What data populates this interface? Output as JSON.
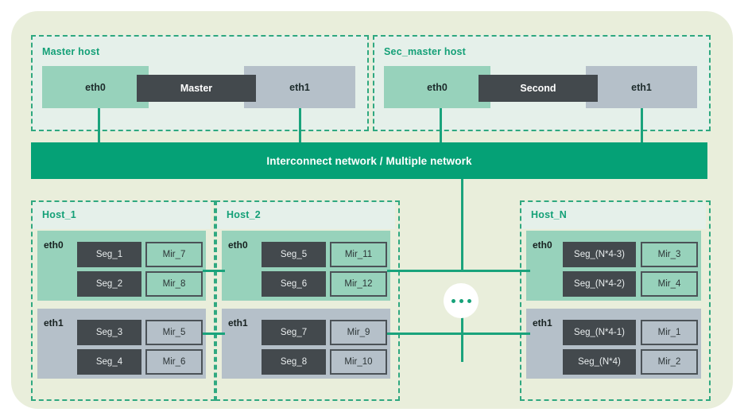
{
  "canvas": {
    "bg": "#e9eedb"
  },
  "colors": {
    "accent_green": "#05a176",
    "dashed_border": "#2fa880",
    "title_green": "#14a077",
    "band_green": "#97d2bb",
    "band_gray": "#b5c0c9",
    "cpu_dark": "#43494d",
    "wire": "#1aa37c"
  },
  "top_hosts": [
    {
      "title": "Master host",
      "eth0": "eth0",
      "cpu": "Master",
      "eth1": "eth1"
    },
    {
      "title": "Sec_master host",
      "eth0": "eth0",
      "cpu": "Second",
      "eth1": "eth1"
    }
  ],
  "interconnect": {
    "label": "Interconnect network / Multiple network"
  },
  "bottom_hosts": [
    {
      "title": "Host_1",
      "eth0": {
        "label": "eth0",
        "rows": [
          {
            "seg": "Seg_1",
            "mir": "Mir_7"
          },
          {
            "seg": "Seg_2",
            "mir": "Mir_8"
          }
        ]
      },
      "eth1": {
        "label": "eth1",
        "rows": [
          {
            "seg": "Seg_3",
            "mir": "Mir_5"
          },
          {
            "seg": "Seg_4",
            "mir": "Mir_6"
          }
        ]
      }
    },
    {
      "title": "Host_2",
      "eth0": {
        "label": "eth0",
        "rows": [
          {
            "seg": "Seg_5",
            "mir": "Mir_11"
          },
          {
            "seg": "Seg_6",
            "mir": "Mir_12"
          }
        ]
      },
      "eth1": {
        "label": "eth1",
        "rows": [
          {
            "seg": "Seg_7",
            "mir": "Mir_9"
          },
          {
            "seg": "Seg_8",
            "mir": "Mir_10"
          }
        ]
      }
    },
    {
      "title": "Host_N",
      "eth0": {
        "label": "eth0",
        "rows": [
          {
            "seg": "Seg_(N*4-3)",
            "mir": "Mir_3"
          },
          {
            "seg": "Seg_(N*4-2)",
            "mir": "Mir_4"
          }
        ]
      },
      "eth1": {
        "label": "eth1",
        "rows": [
          {
            "seg": "Seg_(N*4-1)",
            "mir": "Mir_1"
          },
          {
            "seg": "Seg_(N*4)",
            "mir": "Mir_2"
          }
        ]
      }
    }
  ],
  "ellipsis": {
    "name": "more-hosts-indicator",
    "dots": 3
  }
}
